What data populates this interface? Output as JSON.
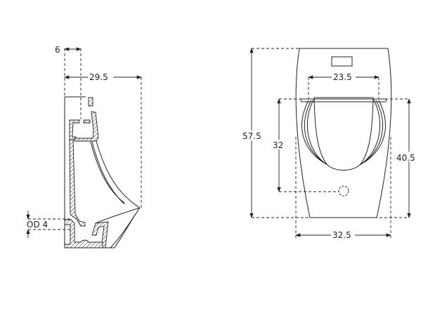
{
  "side_view": {
    "dims": {
      "wall_offset": "6",
      "depth": "29.5",
      "outlet": "OD 4"
    }
  },
  "front_view": {
    "dims": {
      "height": "57.5",
      "rim_width": "23.5",
      "outlet_height": "32",
      "rim_height": "40.5",
      "width": "32.5"
    }
  }
}
